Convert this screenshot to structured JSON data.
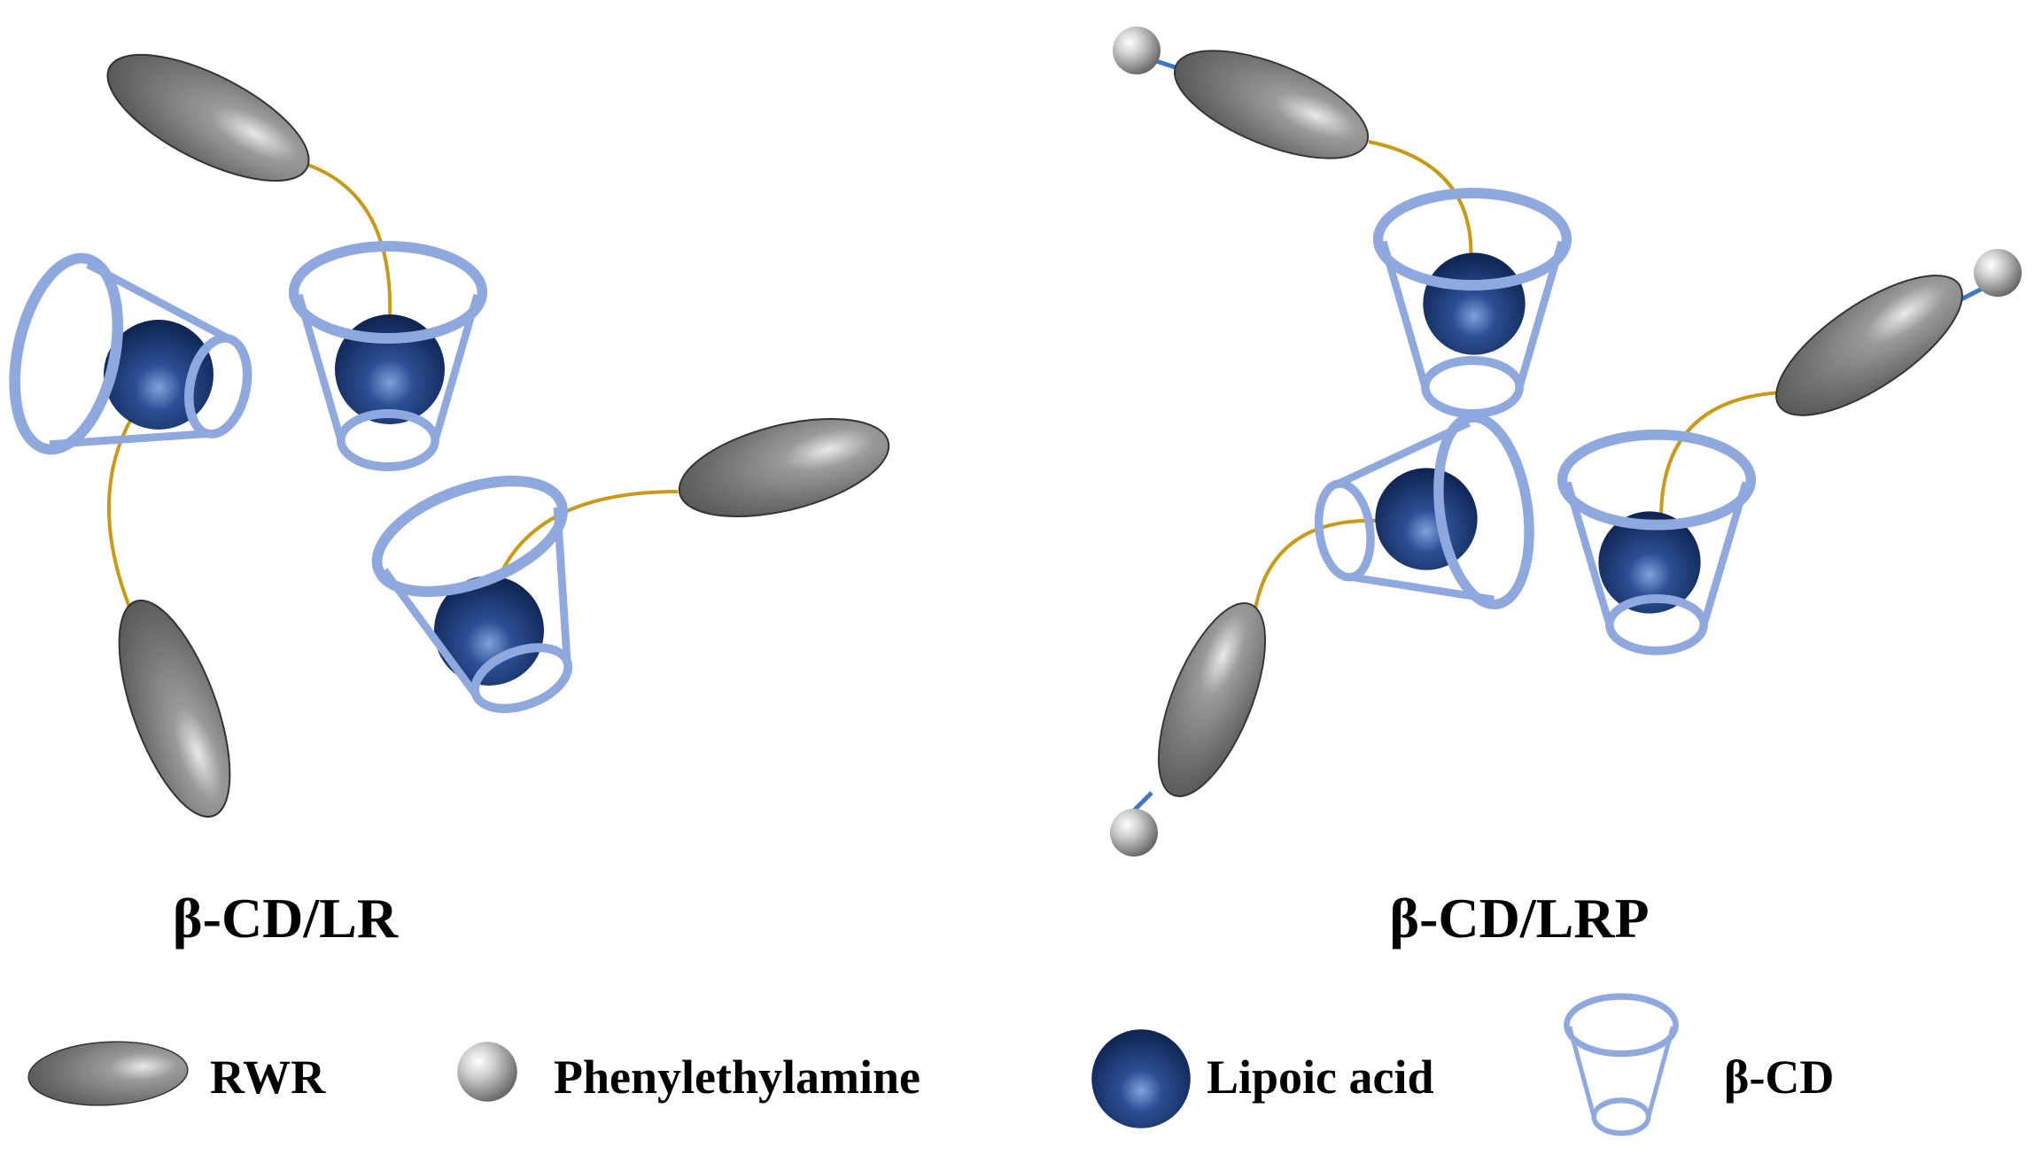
{
  "panels": {
    "left": {
      "label": "β-CD/LR"
    },
    "right": {
      "label": "β-CD/LRP"
    }
  },
  "legend": {
    "rwr": "RWR",
    "phenylethylamine": "Phenylethylamine",
    "lipoic_acid": "Lipoic acid",
    "beta_cd": "β-CD"
  },
  "colors": {
    "cd_ring": "#8fa9df",
    "linker": "#c89a16",
    "pea_bond": "#3f78c9"
  }
}
